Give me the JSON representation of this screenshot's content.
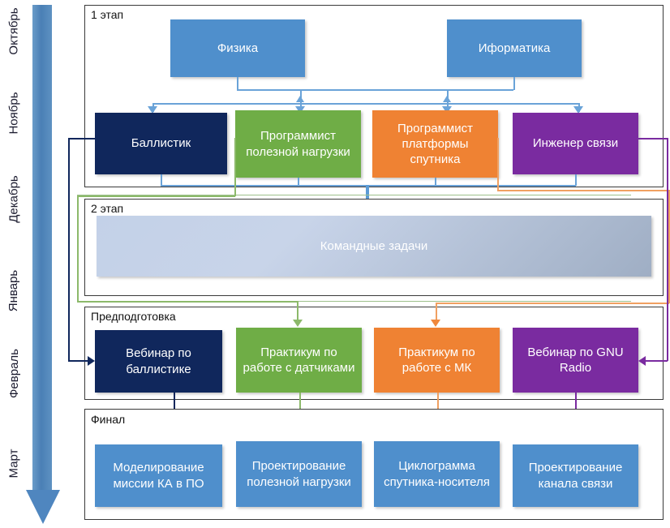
{
  "timeline": {
    "name": "project-timeline",
    "months": [
      "Октябрь",
      "Ноябрь",
      "Декабрь",
      "Январь",
      "Февраль",
      "Март"
    ]
  },
  "stages": {
    "stage1": {
      "label": "1 этап"
    },
    "stage2": {
      "label": "2 этап"
    },
    "prep": {
      "label": "Предподготовка"
    },
    "final": {
      "label": "Финал"
    }
  },
  "subjects": [
    {
      "label": "Физика"
    },
    {
      "label": "Иформатика"
    }
  ],
  "roles": [
    {
      "label": "Баллистик",
      "color": "#10275c"
    },
    {
      "label": "Программист полезной нагрузки",
      "color": "#6fad46"
    },
    {
      "label": "Программист платформы спутника",
      "color": "#ef8233"
    },
    {
      "label": "Инженер связи",
      "color": "#7a2ba0"
    }
  ],
  "team_task": {
    "label": "Командные задачи"
  },
  "prep_items": [
    {
      "label": "Вебинар по баллистике",
      "color": "#10275c"
    },
    {
      "label": "Практикум по работе с датчиками",
      "color": "#6fad46"
    },
    {
      "label": "Практикум по работе с МК",
      "color": "#ef8233"
    },
    {
      "label": "Вебинар по GNU Radio",
      "color": "#7a2ba0"
    }
  ],
  "final_items": [
    {
      "label": "Моделирование миссии КА в ПО"
    },
    {
      "label": "Проектирование полезной нагрузки"
    },
    {
      "label": "Циклограмма спутника-носителя"
    },
    {
      "label": "Проектирование канала связи"
    }
  ],
  "colors": {
    "subject_blue": "#4f8fcc",
    "navy": "#10275c",
    "green": "#6fad46",
    "orange": "#ef8233",
    "purple": "#7a2ba0",
    "timeline_blue": "#4f86bf",
    "team_fill": "#c3d1e8"
  }
}
